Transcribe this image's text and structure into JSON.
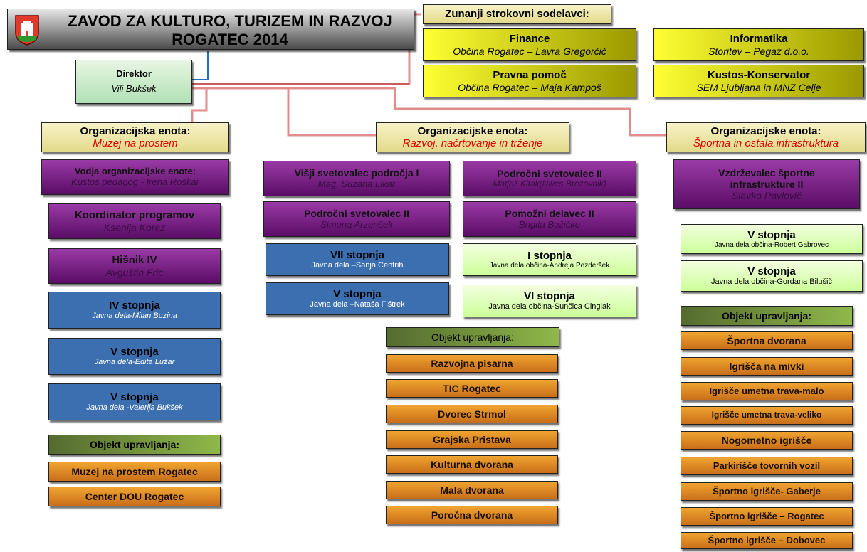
{
  "title": "ZAVOD ZA KULTURO, TURIZEM IN RAZVOJ ROGATEC 2014",
  "director": {
    "title": "Direktor",
    "name": "Vili Bukšek"
  },
  "external": {
    "header": "Zunanji strokovni sodelavci:",
    "items": [
      {
        "title": "Finance",
        "sub": "Občina Rogatec – Lavra Gregorčič"
      },
      {
        "title": "Informatika",
        "sub": "Storitev – Pegaz d.o.o."
      },
      {
        "title": "Pravna pomoč",
        "sub": "Občina Rogatec – Maja Kampoš"
      },
      {
        "title": "Kustos-Konservator",
        "sub": "SEM Ljubljana in MNZ Celje"
      }
    ]
  },
  "units": [
    {
      "title": "Organizacijska enota:",
      "sub": "Muzej na prostem"
    },
    {
      "title": "Organizacijske enota:",
      "sub": "Razvoj, načrtovanje in trženje"
    },
    {
      "title": "Organizacijske enota:",
      "sub": "Športna in ostala infrastruktura"
    }
  ],
  "col1": {
    "staff": [
      {
        "title": "Vodja organizacijske enote:",
        "sub": "Kustos pedagog - Irena Roškar"
      },
      {
        "title": "Koordinator  programov",
        "sub": "Ksenija Korez"
      },
      {
        "title": "Hišnik IV",
        "sub": "Avguštin Fric"
      }
    ],
    "public_works": [
      {
        "title": "IV stopnja",
        "sub": "Javna dela-Milan Buzina"
      },
      {
        "title": "V stopnja",
        "sub": "Javna dela-Edita Lužar"
      },
      {
        "title": "V stopnja",
        "sub": "Javna dela -Valerija Bukšek"
      }
    ],
    "objects_header": "Objekt upravljanja:",
    "objects": [
      "Muzej na prostem Rogatec",
      "Center DOU Rogatec"
    ]
  },
  "col2": {
    "staff": [
      {
        "title": "Višji svetovalec področja I",
        "sub": "Mag. Suzana Likar"
      },
      {
        "title": "Področni svetovalec II",
        "sub": "Matjaž Kitak(Nives Brezovnik)"
      },
      {
        "title": "Področni svetovalec II",
        "sub": "Simona Arzenšek"
      },
      {
        "title": "Pomožni delavec II",
        "sub": "Brigita Božičko"
      }
    ],
    "public_works": [
      {
        "title": "VII stopnja",
        "sub": "Javna dela –Sanja Centrih"
      },
      {
        "title": "I stopnja",
        "sub": "Javna dela občina-Andreja Pezderšek"
      },
      {
        "title": "V stopnja",
        "sub": "Javna dela –Nataša Fištrek"
      },
      {
        "title": "VI stopnja",
        "sub": "Javna dela občina-Sunčica Cinglak"
      }
    ],
    "objects_header": "Objekt upravljanja:",
    "objects": [
      "Razvojna pisarna",
      "TIC Rogatec",
      "Dvorec Strmol",
      "Grajska Pristava",
      "Kulturna dvorana",
      "Mala dvorana",
      "Poročna dvorana"
    ]
  },
  "col3": {
    "staff": [
      {
        "title": "Vzdrževalec športne infrastrukture II",
        "sub": "Slavko Pavlovič"
      }
    ],
    "public_works": [
      {
        "title": "V stopnja",
        "sub": "Javna dela občina-Robert Gabrovec"
      },
      {
        "title": "V stopnja",
        "sub": "Javna dela občina-Gordana Bilušič"
      }
    ],
    "objects_header": "Objekt upravljanja:",
    "objects": [
      "Športna dvorana",
      "Igrišča na mivki",
      "Igrišče umetna trava-malo",
      "Igrišče umetna trava-veliko",
      "Nogometno igrišče",
      "Parkirišče tovornih vozil",
      "Športno igrišče- Gaberje",
      "Športno igrišče –  Rogatec",
      "Športno igrišče –  Dobovec"
    ]
  }
}
